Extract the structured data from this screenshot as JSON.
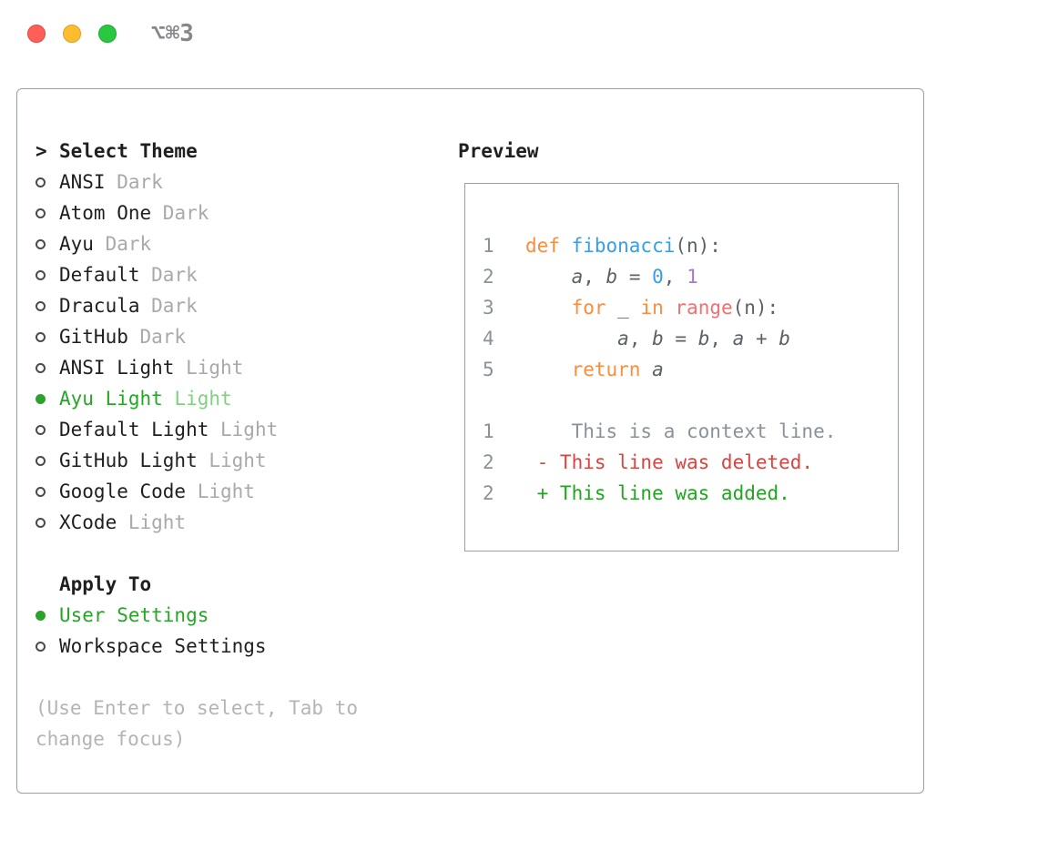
{
  "window": {
    "shortcut_label": "⌥⌘3",
    "traffic_lights": [
      "close",
      "minimize",
      "zoom"
    ]
  },
  "colors": {
    "keyword": "#fa8d3e",
    "function": "#399ee6",
    "builtin": "#f07171",
    "number_blue": "#399ee6",
    "number_purple": "#a37acc",
    "code_plain": "#5c6166",
    "line_number": "#8a9199",
    "selected_green": "#28a428",
    "selected_green_light": "#84cf84",
    "variant_muted": "#a9a9a9",
    "hint_muted": "#b4b4b4",
    "diff_context": "#8a9199",
    "diff_deleted": "#d64541",
    "diff_added": "#24a324",
    "text_main": "#1f1f1f",
    "border": "#9aa0a6",
    "light_red": "#ff5f57",
    "light_yellow": "#febc2e",
    "light_green": "#28c840"
  },
  "theme_picker": {
    "prompt": ">",
    "title": "Select Theme",
    "items": [
      {
        "name": "ANSI",
        "variant": "Dark",
        "selected": false
      },
      {
        "name": "Atom One",
        "variant": "Dark",
        "selected": false
      },
      {
        "name": "Ayu",
        "variant": "Dark",
        "selected": false
      },
      {
        "name": "Default",
        "variant": "Dark",
        "selected": false
      },
      {
        "name": "Dracula",
        "variant": "Dark",
        "selected": false
      },
      {
        "name": "GitHub",
        "variant": "Dark",
        "selected": false
      },
      {
        "name": "ANSI Light",
        "variant": "Light",
        "selected": false
      },
      {
        "name": "Ayu Light",
        "variant": "Light",
        "selected": true
      },
      {
        "name": "Default Light",
        "variant": "Light",
        "selected": false
      },
      {
        "name": "GitHub Light",
        "variant": "Light",
        "selected": false
      },
      {
        "name": "Google Code",
        "variant": "Light",
        "selected": false
      },
      {
        "name": "XCode",
        "variant": "Light",
        "selected": false
      }
    ]
  },
  "apply_to": {
    "title": "Apply To",
    "options": [
      {
        "label": "User Settings",
        "selected": true
      },
      {
        "label": "Workspace Settings",
        "selected": false
      }
    ]
  },
  "hint": "(Use Enter to select, Tab to change focus)",
  "preview": {
    "title": "Preview",
    "code": [
      {
        "num": "1",
        "tokens": [
          [
            "def ",
            "kw"
          ],
          [
            "fibonacci",
            "fn"
          ],
          [
            "(n):",
            "pl"
          ]
        ]
      },
      {
        "num": "2",
        "tokens": [
          [
            "    ",
            "pl"
          ],
          [
            "a",
            "va"
          ],
          [
            ", ",
            "pl"
          ],
          [
            "b",
            "va"
          ],
          [
            " = ",
            "pl"
          ],
          [
            "0",
            "nb"
          ],
          [
            ", ",
            "pl"
          ],
          [
            "1",
            "np"
          ]
        ]
      },
      {
        "num": "3",
        "tokens": [
          [
            "    ",
            "pl"
          ],
          [
            "for",
            "kw"
          ],
          [
            " _ ",
            "pl"
          ],
          [
            "in",
            "kw"
          ],
          [
            " ",
            "pl"
          ],
          [
            "range",
            "bi"
          ],
          [
            "(n):",
            "pl"
          ]
        ]
      },
      {
        "num": "4",
        "tokens": [
          [
            "        ",
            "pl"
          ],
          [
            "a",
            "va"
          ],
          [
            ", ",
            "pl"
          ],
          [
            "b",
            "va"
          ],
          [
            " = ",
            "pl"
          ],
          [
            "b",
            "va"
          ],
          [
            ", ",
            "pl"
          ],
          [
            "a",
            "va"
          ],
          [
            " + ",
            "pl"
          ],
          [
            "b",
            "va"
          ]
        ]
      },
      {
        "num": "5",
        "tokens": [
          [
            "    ",
            "pl"
          ],
          [
            "return",
            "kw"
          ],
          [
            " ",
            "pl"
          ],
          [
            "a",
            "va"
          ]
        ]
      }
    ],
    "diff": [
      {
        "num": "1",
        "kind": "context",
        "text": "    This is a context line."
      },
      {
        "num": "2",
        "kind": "deleted",
        "text": " - This line was deleted."
      },
      {
        "num": "2",
        "kind": "added",
        "text": " + This line was added."
      }
    ]
  }
}
